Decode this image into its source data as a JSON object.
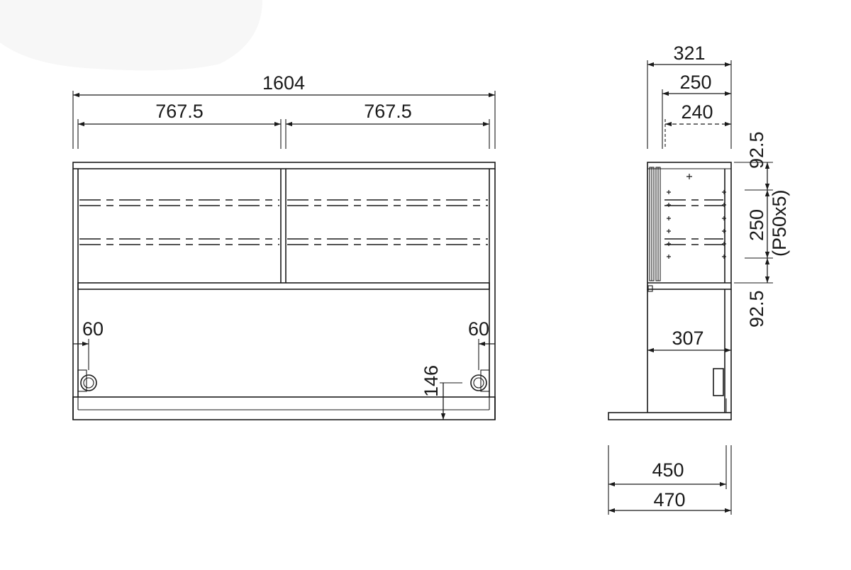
{
  "front": {
    "overall_width": "1604",
    "left_bay": "767.5",
    "right_bay": "767.5",
    "left_inset": "60",
    "right_inset": "60",
    "bottom_height": "146"
  },
  "side": {
    "depth_top": "321",
    "depth_mid": "250",
    "depth_inner": "240",
    "top_offset": "92.5",
    "shelf_pitch": "250",
    "shelf_pitch_note": "(P50x5)",
    "bottom_offset": "92.5",
    "lower_depth": "307",
    "base_depth": "450",
    "base_depth_total": "470"
  }
}
